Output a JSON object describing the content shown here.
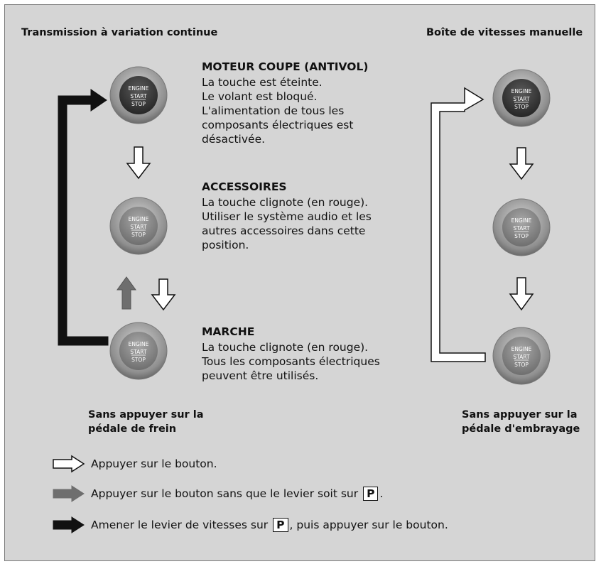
{
  "headings": {
    "left": "Transmission à variation continue",
    "right": "Boîte de vitesses manuelle"
  },
  "button_label": {
    "line1": "ENGINE",
    "line2": "START",
    "line3": "STOP"
  },
  "states": [
    {
      "title": "MOTEUR COUPE (ANTIVOL)",
      "lines": [
        "La touche est éteinte.",
        "Le volant est bloqué.",
        "L'alimentation de tous les",
        "composants électriques est",
        "désactivée."
      ]
    },
    {
      "title": "ACCESSOIRES",
      "lines": [
        "La touche clignote (en rouge).",
        "Utiliser le système audio et les",
        "autres accessoires dans cette",
        "position."
      ]
    },
    {
      "title": "MARCHE",
      "lines": [
        "La touche clignote (en rouge).",
        "Tous les composants électriques",
        "peuvent être utilisés."
      ]
    }
  ],
  "captions": {
    "left": [
      "Sans appuyer sur la",
      "pédale de frein"
    ],
    "right": [
      "Sans appuyer sur la",
      "pédale d'embrayage"
    ]
  },
  "legend": [
    {
      "color": "#ffffff",
      "text": "Appuyer sur le bouton."
    },
    {
      "color": "#6e6e6e",
      "text_before": "Appuyer sur le bouton sans que le levier soit sur",
      "badge": "P",
      "text_after": "."
    },
    {
      "color": "#111111",
      "text_before": "Amener le levier de vitesses sur",
      "badge": "P",
      "text_after": ", puis appuyer sur le bouton."
    }
  ],
  "colors": {
    "panel": "#d5d5d5",
    "button_dark_center": "#3a3a3a",
    "button_light_center": "#8a8a8a"
  }
}
